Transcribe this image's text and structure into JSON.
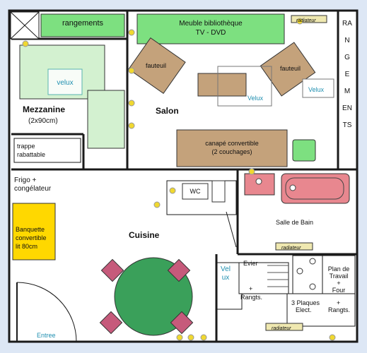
{
  "colors": {
    "background": "#dde7f5",
    "wall": "#1a1a1a",
    "storage_green": "#7de080",
    "mattress_green": "#d3f1d0",
    "armchair_brown": "#c4a27b",
    "bathroom_pink": "#e8878f",
    "bench_yellow": "#ffd800",
    "chair_pink": "#c65a7b",
    "velux_blue": "#1f8fb0",
    "door_dot": "#f0d830",
    "radiator": "#efe8b0"
  },
  "rooms": {
    "mezzanine": "Mezzanine",
    "mezzanine_size": "(2x90cm)",
    "salon": "Salon",
    "cuisine": "Cuisine",
    "salle_de_bain": "Salle de Bain",
    "entree": "Entree"
  },
  "furniture": {
    "rangements_top": "rangements",
    "meuble_bibliotheque": "Meuble bibliothèque",
    "tv_dvd": "TV - DVD",
    "radiateur": "radiateur",
    "rangements_vertical": "RANGEMENTS",
    "fauteuil": "fauteuil",
    "velux": "Velux",
    "velux_lower": "velux",
    "velux_vertical": "Velux",
    "canape_line1": "canapé convertible",
    "canape_line2": "(2 couchages)",
    "trappe_line1": "trappe",
    "trappe_line2": "rabattable",
    "frigo_line1": "Frigo +",
    "frigo_line2": "congélateur",
    "banquette_line1": "Banquette",
    "banquette_line2": "convertible",
    "banquette_line3": "lit 80cm",
    "wc": "WC",
    "evier": "Evier",
    "plus": "+",
    "rangts_dot": "Rangts.",
    "plaques_line1": "3 Plaques",
    "plaques_line2": "Elect.",
    "rangts": "Rangts.",
    "plan_line1": "Plan de",
    "plan_line2": "Travail",
    "plan_line3": "+",
    "plan_line4": "Four"
  }
}
